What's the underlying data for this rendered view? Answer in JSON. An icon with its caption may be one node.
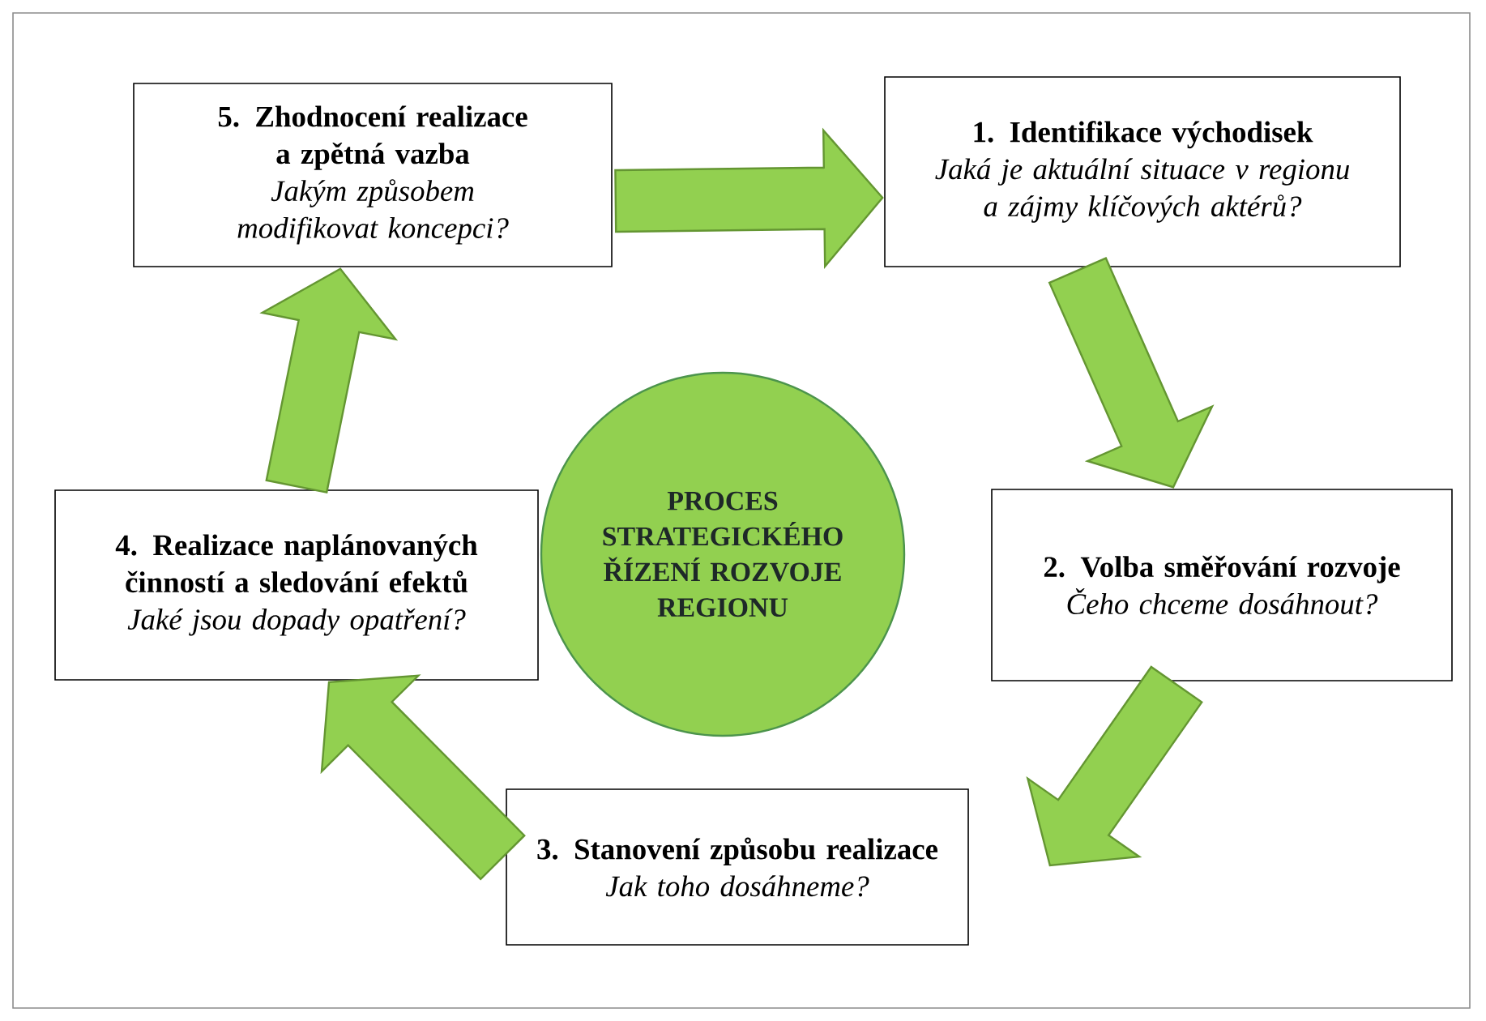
{
  "diagram": {
    "nodes": [
      {
        "text": [
          "5. Zhodnocení realizace a zpětná vazba",
          "Jakým způsobem modifikovat koncepci?"
        ]
      },
      {
        "text": [
          "1. Identifikace východisek",
          "Jaká je aktuální situace v regionu a zájmy klíčových aktérů?"
        ]
      },
      {
        "text": [
          "PROCES STRATEGICKÉHO ŘÍZENÍ ROZVOJE REGIONU"
        ]
      },
      {
        "text": [
          "4. Realizace naplánovaných činností a sledování efektů",
          "Jaké jsou dopady opatření?"
        ]
      },
      {
        "text": [
          "2. Volba směřování rozvoje",
          "Čeho chceme dosáhnout?"
        ]
      },
      {
        "text": [
          "3. Stanovení způsobu realizace",
          "Jak toho dosáhneme?"
        ]
      }
    ],
    "edges": [
      {
        "from": 0,
        "to": 1,
        "arrow": "to"
      },
      {
        "from": 1,
        "to": 4,
        "arrow": "to"
      },
      {
        "from": 4,
        "to": 5,
        "arrow": "to"
      },
      {
        "from": 5,
        "to": 3,
        "arrow": "to"
      },
      {
        "from": 3,
        "to": 0,
        "arrow": "to"
      }
    ]
  }
}
